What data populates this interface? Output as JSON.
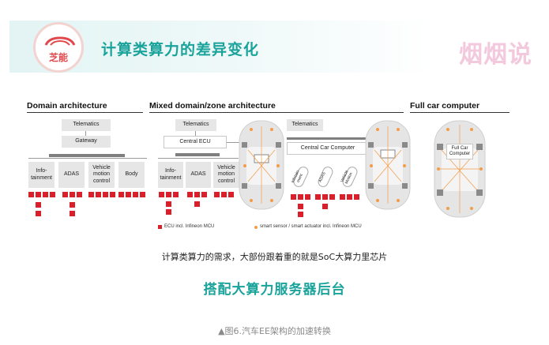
{
  "header": {
    "logo_text": "芝能",
    "title": "计算类算力的差异变化",
    "brand": "烟烟说"
  },
  "figure": {
    "domain": {
      "title": "Domain architecture",
      "telematics": "Telematics",
      "gateway": "Gateway",
      "domains": [
        "Info-\ntainment",
        "ADAS",
        "Vehicle\nmotion\ncontrol",
        "Body"
      ]
    },
    "mixed": {
      "title": "Mixed domain/zone architecture",
      "telematics": "Telematics",
      "central_ecu": "Central ECU",
      "domains": [
        "Info-\ntainment",
        "ADAS",
        "Vehicle\nmotion\ncontrol"
      ],
      "telematics2": "Telematics",
      "central_car_computer": "Central Car Computer",
      "pills": [
        "Infotain-\nment",
        "ADAS",
        "Vehicle\nMotion"
      ]
    },
    "full": {
      "title": "Full car computer",
      "box": "Full Car\nComputer"
    },
    "legend": {
      "ecu": "ECU incl. Infineon MCU",
      "sensor": "smart sensor / smart actuator incl. Infineon MCU"
    },
    "colors": {
      "ecu": "#d81f2a",
      "sensor": "#f39c49",
      "accent": "#1aa39b"
    }
  },
  "captions": {
    "line1": "计算类算力的需求，大部份跟着重的就是SoC大算力里芯片",
    "line2": "搭配大算力服务器后台",
    "line3": "▲图6.汽车EE架构的加速转换"
  }
}
